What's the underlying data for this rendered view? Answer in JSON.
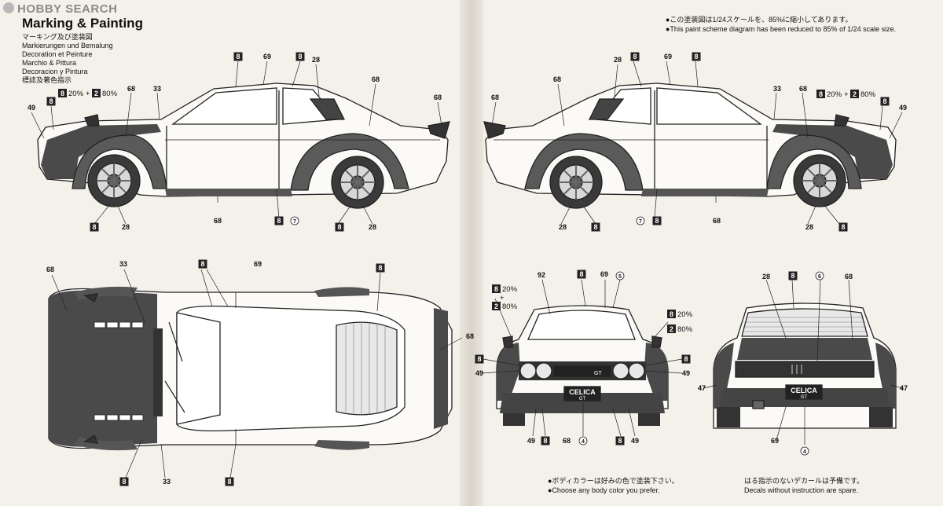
{
  "header": {
    "brand": "HOBBY SEARCH",
    "title": "Marking & Painting",
    "languages": [
      "マーキング及び塗装図",
      "Markierungen und Bemalung",
      "Decoration et Peinture",
      "Marchio & Pittura",
      "Decoracion y Pintura",
      "標誌及著色指示"
    ]
  },
  "notes": {
    "scale_jp": "●この塗装図は1/24スケールを、85%に縮小してあります。",
    "scale_en": "●This paint scheme diagram has been reduced to 85% of 1/24 scale size.",
    "body_color_jp": "●ボディカラーは好みの色で塗装下さい。",
    "body_color_en": "●Choose any body color you prefer.",
    "decals_jp": "はる指示のないデカールは予備です。",
    "decals_en": "Decals without instruction are spare."
  },
  "mix": {
    "left_a": "20%",
    "plus": "+",
    "left_b": "80%",
    "a_code": "8",
    "b_code": "2"
  },
  "plates": {
    "front": "CELICA",
    "front_sub": "GT",
    "rear": "CELICA",
    "rear_sub": "GT",
    "grille_badge": "GT"
  },
  "callouts": {
    "side_left": [
      {
        "id": "c1",
        "label": "8",
        "shape": "box"
      },
      {
        "id": "c2",
        "label": "69",
        "shape": "plain"
      },
      {
        "id": "c3",
        "label": "8",
        "shape": "box"
      },
      {
        "id": "c4",
        "label": "28",
        "shape": "plain"
      },
      {
        "id": "c5",
        "label": "68",
        "shape": "plain"
      },
      {
        "id": "c6",
        "label": "33",
        "shape": "plain"
      },
      {
        "id": "c7",
        "label": "68",
        "shape": "plain"
      },
      {
        "id": "c8",
        "label": "49",
        "shape": "plain"
      },
      {
        "id": "c9",
        "label": "8",
        "shape": "box"
      },
      {
        "id": "c10",
        "label": "68",
        "shape": "plain"
      },
      {
        "id": "c11",
        "label": "68",
        "shape": "plain"
      },
      {
        "id": "c12",
        "label": "8",
        "shape": "box"
      },
      {
        "id": "c13",
        "label": "7",
        "shape": "circle"
      },
      {
        "id": "c14",
        "label": "8",
        "shape": "box"
      },
      {
        "id": "c15",
        "label": "28",
        "shape": "plain"
      },
      {
        "id": "c16",
        "label": "8",
        "shape": "box"
      },
      {
        "id": "c17",
        "label": "28",
        "shape": "plain"
      }
    ],
    "side_right": [
      {
        "id": "d1",
        "label": "28",
        "shape": "plain"
      },
      {
        "id": "d2",
        "label": "8",
        "shape": "box"
      },
      {
        "id": "d3",
        "label": "69",
        "shape": "plain"
      },
      {
        "id": "d4",
        "label": "8",
        "shape": "box"
      },
      {
        "id": "d5",
        "label": "68",
        "shape": "plain"
      },
      {
        "id": "d6",
        "label": "68",
        "shape": "plain"
      },
      {
        "id": "d7",
        "label": "33",
        "shape": "plain"
      },
      {
        "id": "d8",
        "label": "68",
        "shape": "plain"
      },
      {
        "id": "d9",
        "label": "8",
        "shape": "box"
      },
      {
        "id": "d10",
        "label": "49",
        "shape": "plain"
      },
      {
        "id": "d11",
        "label": "68",
        "shape": "plain"
      },
      {
        "id": "d12",
        "label": "28",
        "shape": "plain"
      },
      {
        "id": "d13",
        "label": "8",
        "shape": "box"
      },
      {
        "id": "d14",
        "label": "7",
        "shape": "circle"
      },
      {
        "id": "d15",
        "label": "8",
        "shape": "box"
      },
      {
        "id": "d16",
        "label": "28",
        "shape": "plain"
      },
      {
        "id": "d17",
        "label": "8",
        "shape": "box"
      }
    ],
    "top": [
      {
        "id": "t1",
        "label": "68",
        "shape": "plain"
      },
      {
        "id": "t2",
        "label": "33",
        "shape": "plain"
      },
      {
        "id": "t3",
        "label": "8",
        "shape": "box"
      },
      {
        "id": "t4",
        "label": "69",
        "shape": "plain"
      },
      {
        "id": "t5",
        "label": "8",
        "shape": "box"
      },
      {
        "id": "t6",
        "label": "68",
        "shape": "plain"
      },
      {
        "id": "t7",
        "label": "8",
        "shape": "box"
      },
      {
        "id": "t8",
        "label": "33",
        "shape": "plain"
      },
      {
        "id": "t9",
        "label": "8",
        "shape": "box"
      }
    ],
    "front": [
      {
        "id": "f1",
        "label": "92",
        "shape": "plain"
      },
      {
        "id": "f2",
        "label": "8",
        "shape": "box"
      },
      {
        "id": "f3",
        "label": "69",
        "shape": "plain"
      },
      {
        "id": "f4",
        "label": "5",
        "shape": "circle"
      },
      {
        "id": "f5",
        "label": "8",
        "shape": "box"
      },
      {
        "id": "f6",
        "label": "49",
        "shape": "plain"
      },
      {
        "id": "f7",
        "label": "8",
        "shape": "box"
      },
      {
        "id": "f8",
        "label": "49",
        "shape": "plain"
      },
      {
        "id": "f9",
        "label": "49",
        "shape": "plain"
      },
      {
        "id": "f10",
        "label": "8",
        "shape": "box"
      },
      {
        "id": "f11",
        "label": "68",
        "shape": "plain"
      },
      {
        "id": "f12",
        "label": "4",
        "shape": "circle"
      },
      {
        "id": "f13",
        "label": "8",
        "shape": "box"
      },
      {
        "id": "f14",
        "label": "49",
        "shape": "plain"
      }
    ],
    "rear": [
      {
        "id": "r1",
        "label": "28",
        "shape": "plain"
      },
      {
        "id": "r2",
        "label": "8",
        "shape": "box"
      },
      {
        "id": "r3",
        "label": "6",
        "shape": "circle"
      },
      {
        "id": "r4",
        "label": "68",
        "shape": "plain"
      },
      {
        "id": "r5",
        "label": "47",
        "shape": "plain"
      },
      {
        "id": "r6",
        "label": "47",
        "shape": "plain"
      },
      {
        "id": "r7",
        "label": "69",
        "shape": "plain"
      },
      {
        "id": "r8",
        "label": "4",
        "shape": "circle"
      }
    ]
  }
}
